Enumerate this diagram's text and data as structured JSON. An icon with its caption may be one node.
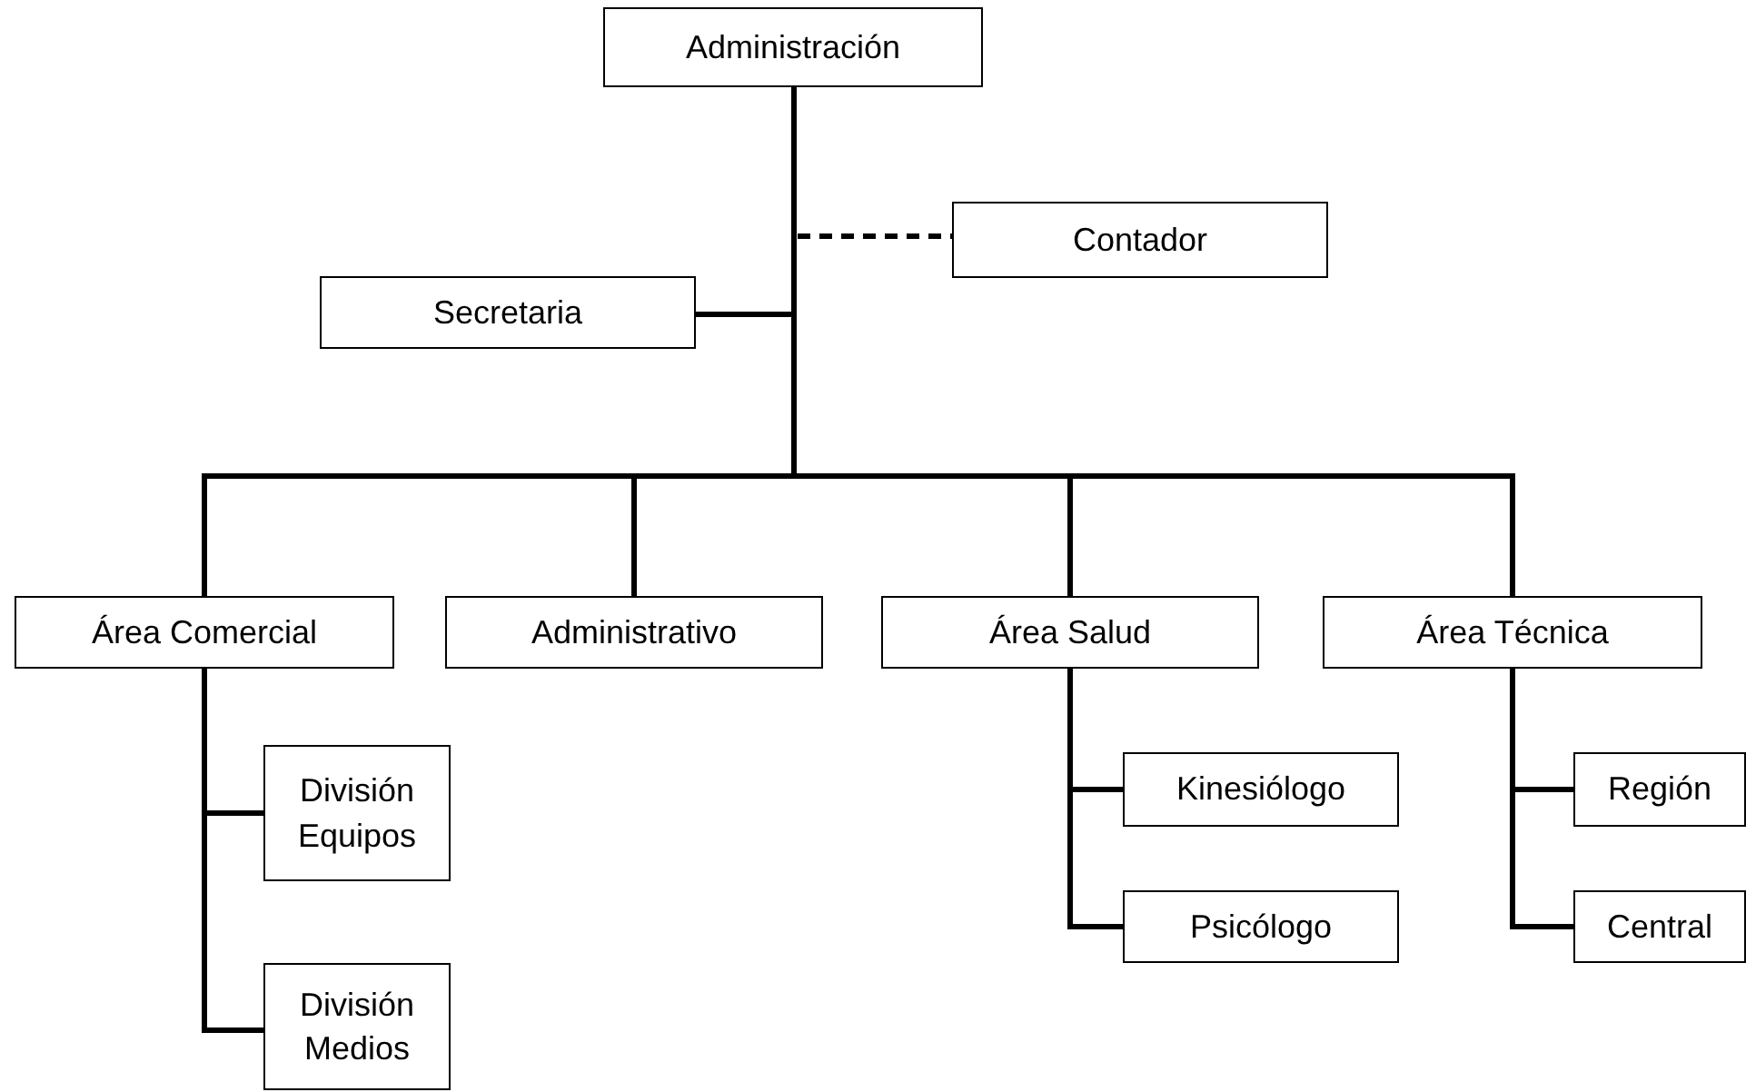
{
  "diagram": {
    "nodes": [
      {
        "text": [
          "Administración"
        ]
      },
      {
        "text": [
          "Contador"
        ]
      },
      {
        "text": [
          "Secretaria"
        ]
      },
      {
        "text": [
          "Área Comercial"
        ]
      },
      {
        "text": [
          "Administrativo"
        ]
      },
      {
        "text": [
          "Área Salud"
        ]
      },
      {
        "text": [
          "Área Técnica"
        ]
      },
      {
        "text": [
          "División Equipos"
        ]
      },
      {
        "text": [
          "División Medios"
        ]
      },
      {
        "text": [
          "Kinesiólogo"
        ]
      },
      {
        "text": [
          "Psicólogo"
        ]
      },
      {
        "text": [
          "Región"
        ]
      },
      {
        "text": [
          "Central"
        ]
      }
    ],
    "edges": [
      {
        "from": 0,
        "to": 1,
        "arrow": "none",
        "style": "dashed"
      },
      {
        "from": 0,
        "to": 2,
        "arrow": "none"
      },
      {
        "from": 0,
        "to": 3,
        "arrow": "none"
      },
      {
        "from": 0,
        "to": 4,
        "arrow": "none"
      },
      {
        "from": 0,
        "to": 5,
        "arrow": "none"
      },
      {
        "from": 0,
        "to": 6,
        "arrow": "none"
      },
      {
        "from": 3,
        "to": 7,
        "arrow": "none"
      },
      {
        "from": 3,
        "to": 8,
        "arrow": "none"
      },
      {
        "from": 5,
        "to": 9,
        "arrow": "none"
      },
      {
        "from": 5,
        "to": 10,
        "arrow": "none"
      },
      {
        "from": 6,
        "to": 11,
        "arrow": "none"
      },
      {
        "from": 6,
        "to": 12,
        "arrow": "none"
      }
    ]
  }
}
